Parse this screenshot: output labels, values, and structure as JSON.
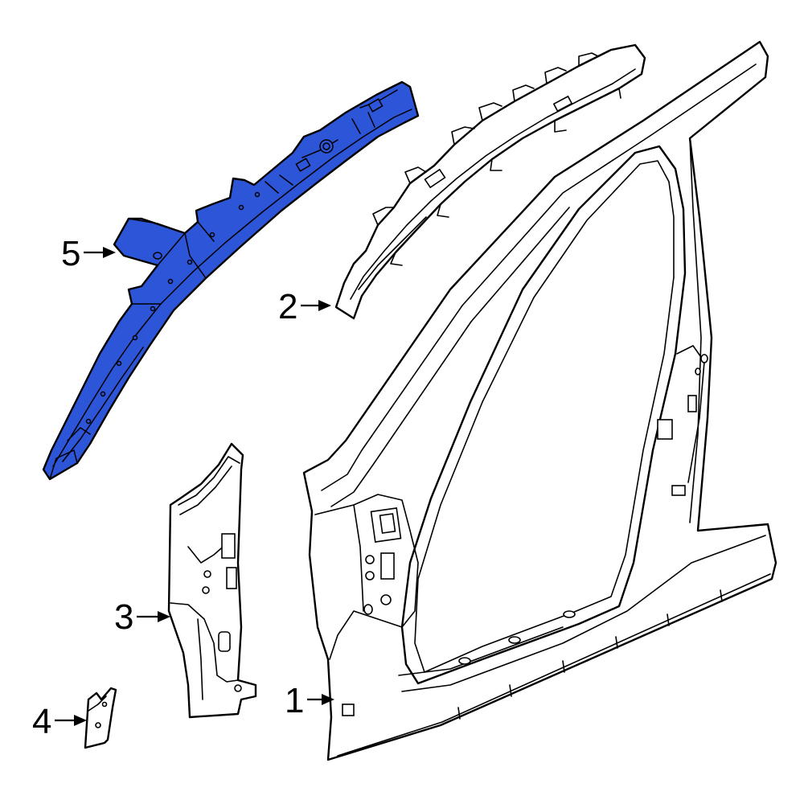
{
  "diagram": {
    "type": "exploded-parts-diagram",
    "highlight_color": "#2d55d8",
    "line_color": "#000000",
    "background_color": "#ffffff",
    "parts": [
      {
        "callout": "1",
        "part": "side-panel"
      },
      {
        "callout": "2",
        "part": "roof-rail-reinforcement"
      },
      {
        "callout": "3",
        "part": "hinge-pillar-reinforcement"
      },
      {
        "callout": "4",
        "part": "bracket"
      },
      {
        "callout": "5",
        "part": "roof-rail-inner",
        "highlighted": true
      }
    ]
  }
}
